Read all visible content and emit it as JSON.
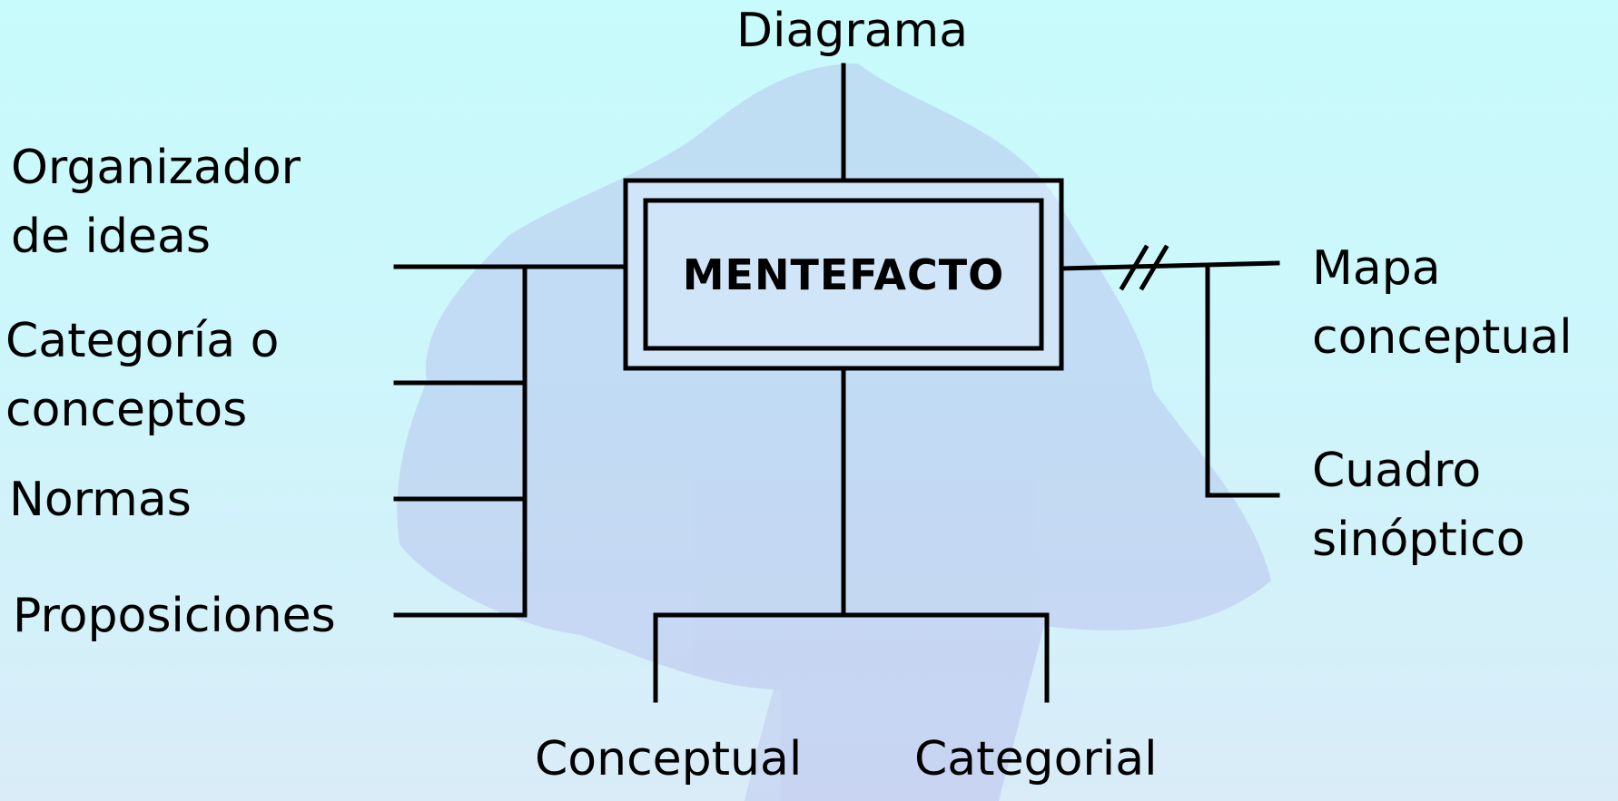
{
  "diagram": {
    "central_concept": "MENTEFACTO",
    "supraordinada": "Diagrama",
    "isoordinadas": [
      "Organizador",
      "de ideas",
      "Categoría o",
      "conceptos",
      "Normas",
      "Proposiciones"
    ],
    "exclusiones": [
      "Mapa",
      "conceptual",
      "Cuadro",
      "sinóptico"
    ],
    "infraordinadas": [
      "Conceptual",
      "Categorial"
    ]
  },
  "colors": {
    "background": "#c8fbfb",
    "line": "#000000",
    "watermark": "#a9a6e6"
  }
}
